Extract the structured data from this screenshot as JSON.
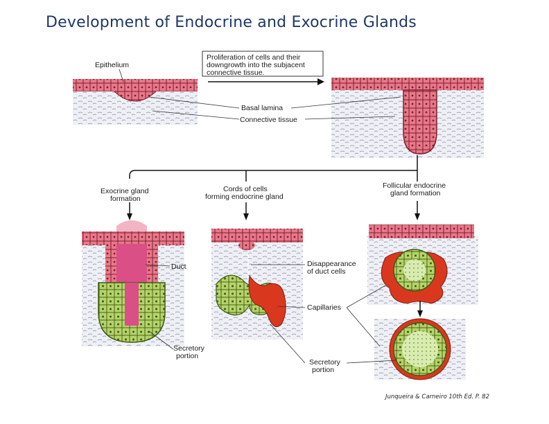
{
  "title": "Development of Endocrine and Exocrine Glands",
  "labels": {
    "epithelium": "Epithelium",
    "proliferation": [
      "Proliferation of cells and their",
      "downgrowth into the subjacent",
      "connective tissue."
    ],
    "basal_lamina": "Basal lamina",
    "connective_tissue": "Connective tissue",
    "exocrine": [
      "Exocrine gland",
      "formation"
    ],
    "cords": [
      "Cords of cells",
      "forming endocrine gland"
    ],
    "follicular": [
      "Follicular endocrine",
      "gland formation"
    ],
    "duct": "Duct",
    "disappearance": [
      "Disappearance",
      "of duct cells"
    ],
    "capillaries": "Capillaries",
    "secretory_left": [
      "Secretory",
      "portion"
    ],
    "secretory_right": [
      "Secretory",
      "portion"
    ]
  },
  "citation": "Junqueira & Carneiro 10th Ed. P. 82",
  "colors": {
    "epithelium": "#e8788a",
    "cell_outline": "#7a1f2e",
    "secretory": "#b5d36a",
    "capillary": "#d9381e",
    "connective": "#c9ccd8",
    "title": "#1f3864"
  }
}
